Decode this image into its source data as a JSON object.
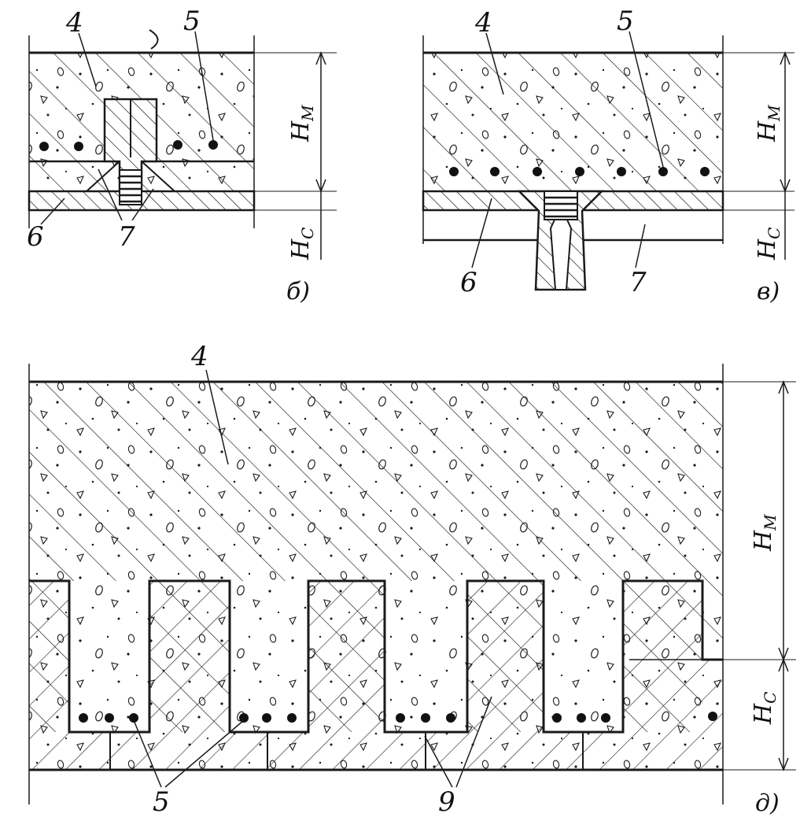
{
  "figure_b": {
    "caption": "б)",
    "callouts": {
      "concrete": "4",
      "rebar": "5",
      "steel_sheet": "6",
      "connector": "7"
    },
    "dim_main": {
      "letter": "H",
      "sub": "M"
    },
    "dim_sheet": {
      "letter": "H",
      "sub": "C"
    }
  },
  "figure_v": {
    "caption": "в)",
    "callouts": {
      "concrete": "4",
      "rebar": "5",
      "steel_sheet": "6",
      "connector": "7"
    },
    "dim_main": {
      "letter": "H",
      "sub": "M"
    },
    "dim_sheet": {
      "letter": "H",
      "sub": "C"
    }
  },
  "figure_d": {
    "caption": "д)",
    "callouts": {
      "concrete": "4",
      "rebar": "5",
      "rib": "9"
    },
    "dim_main": {
      "letter": "H",
      "sub": "M"
    },
    "dim_sheet": {
      "letter": "H",
      "sub": "C"
    }
  },
  "colors": {
    "ink": "#1a1a1a",
    "paper": "#ffffff"
  }
}
